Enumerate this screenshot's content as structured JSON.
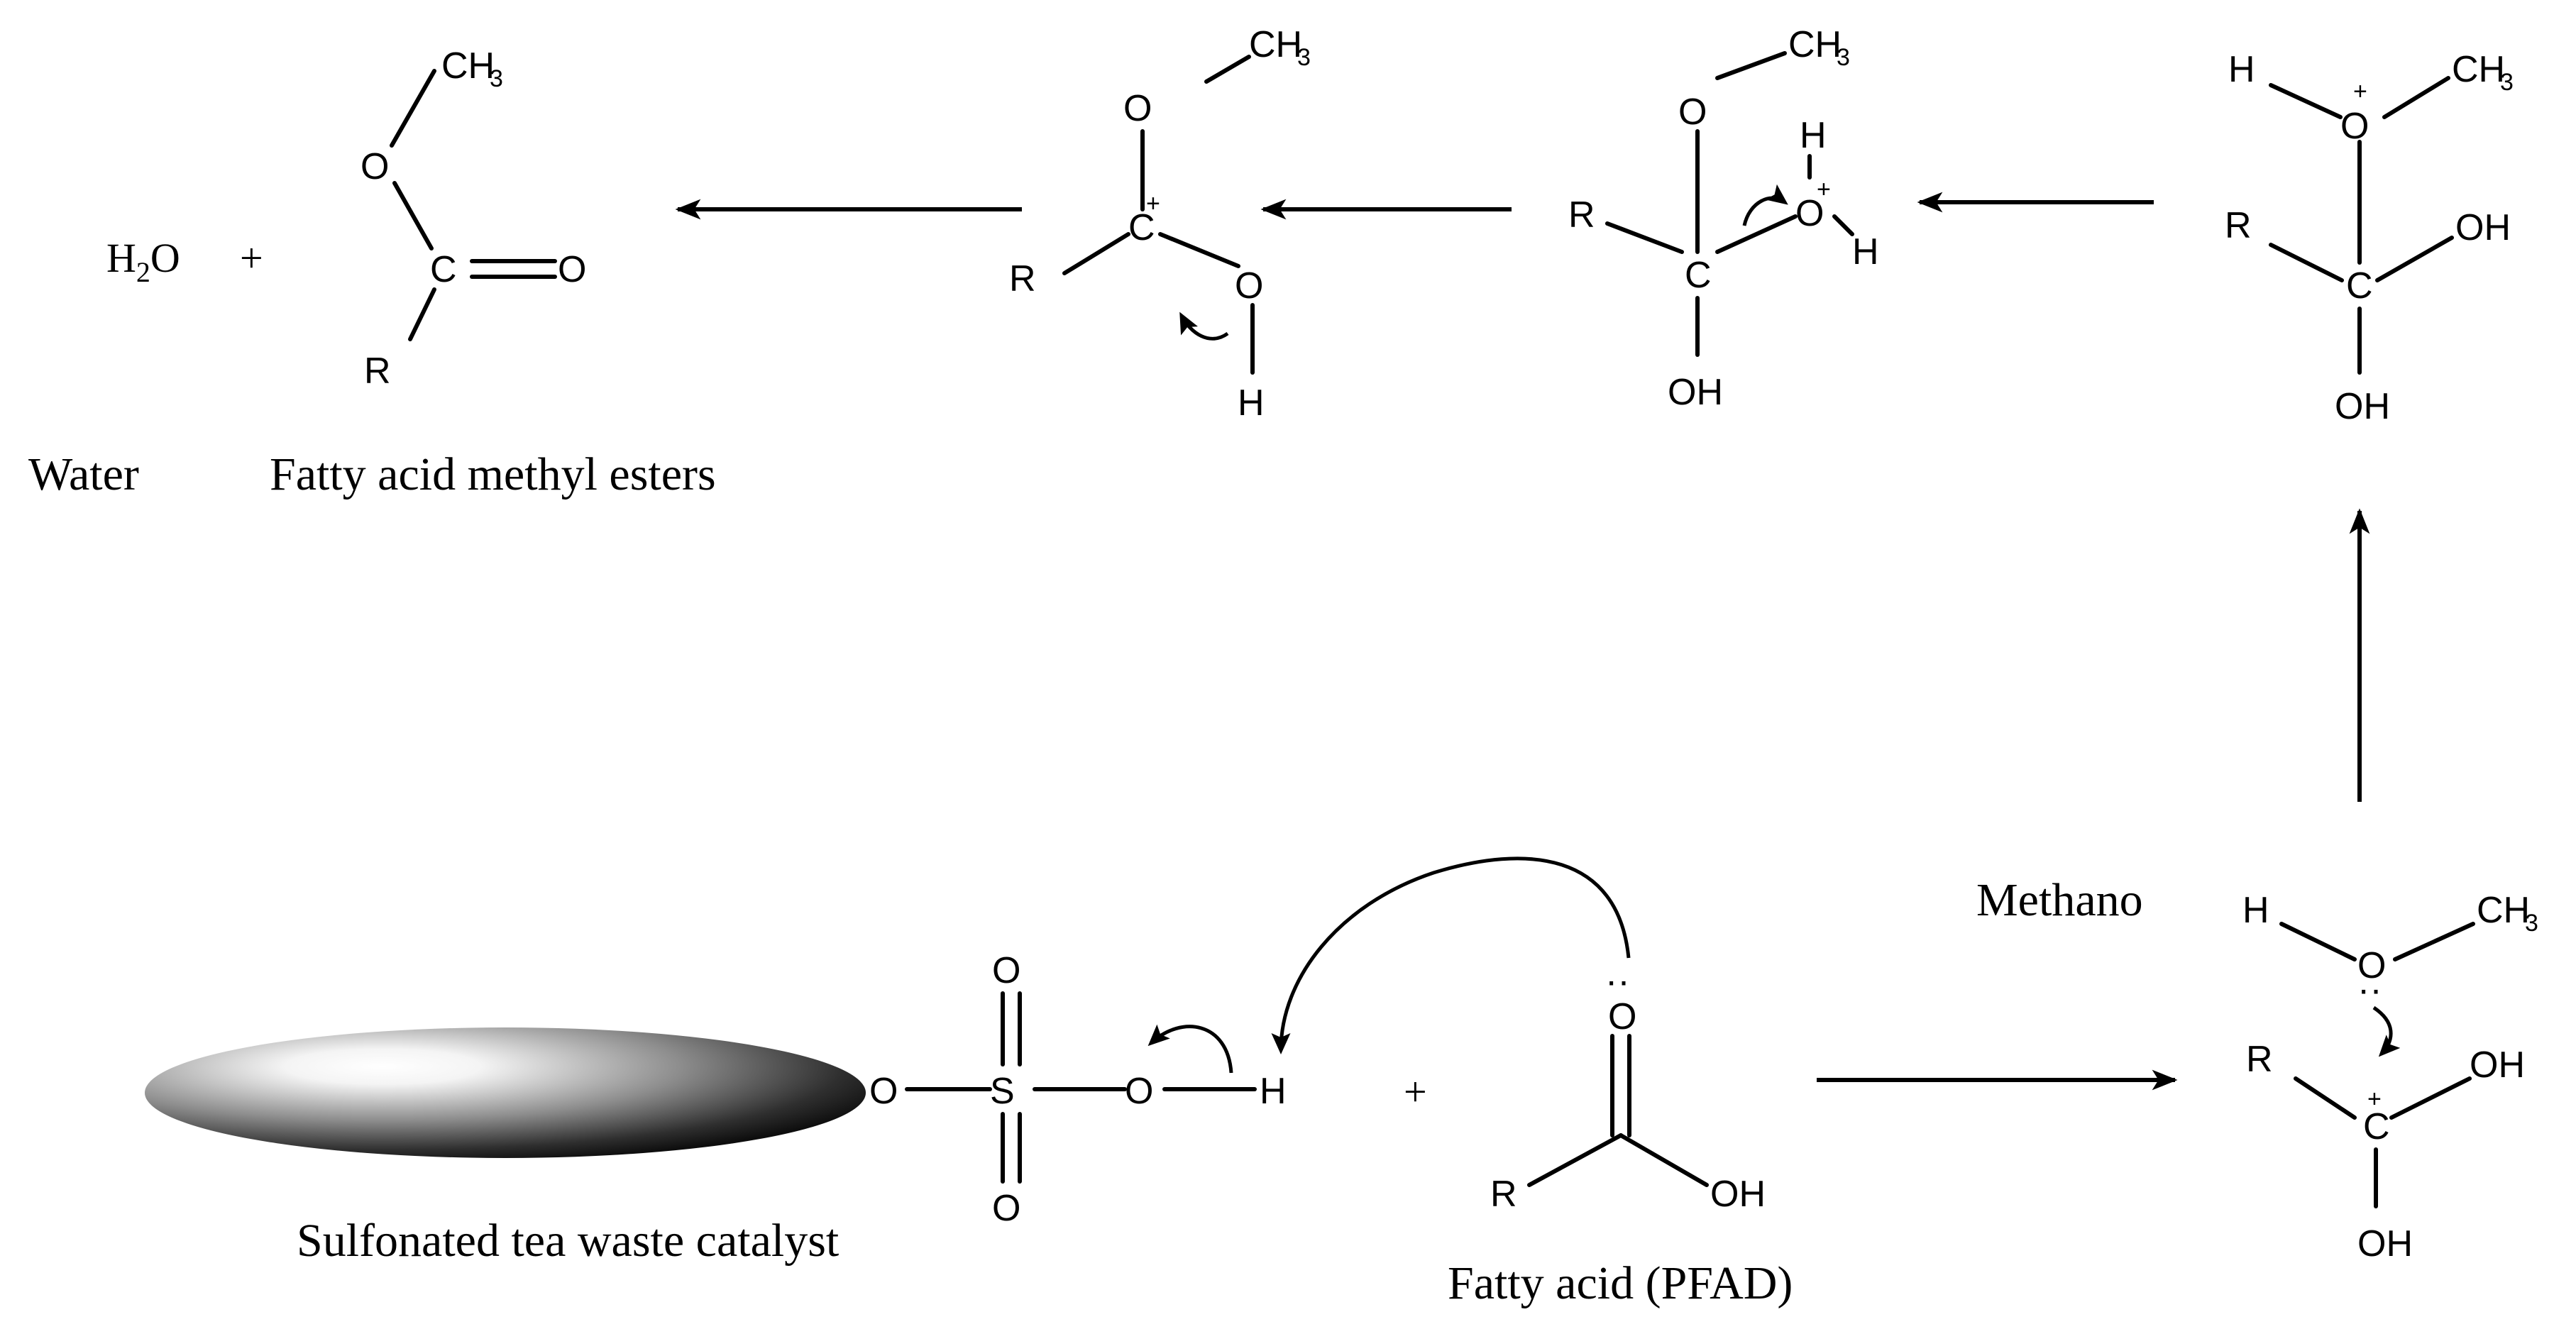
{
  "captions": {
    "water": "Water",
    "fame": "Fatty acid methyl esters",
    "catalyst": "Sulfonated tea waste catalyst",
    "fatty_acid": "Fatty acid (PFAD)",
    "methanol": "Methano"
  },
  "symbols": {
    "plus": "+",
    "charge_plus": "+",
    "lone_pair": "··",
    "O": "O",
    "S": "S",
    "C": "C",
    "H": "H",
    "R": "R",
    "OH": "OH",
    "CH3": "CH",
    "sub3": "3",
    "H2O_H": "H",
    "H2O_sub": "2",
    "H2O_O": "O"
  }
}
